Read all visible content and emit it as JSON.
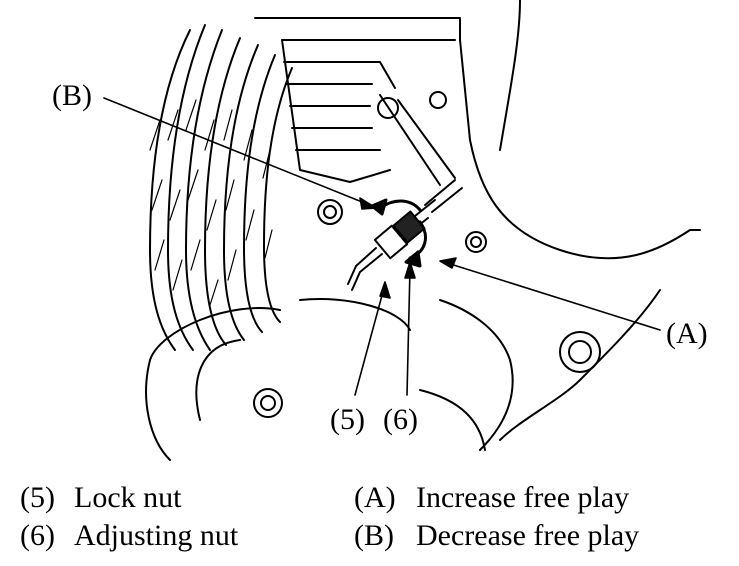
{
  "callouts": {
    "b": "(B)",
    "a": "(A)",
    "five": "(5)",
    "six": "(6)"
  },
  "legend": [
    {
      "key": "(5)",
      "text": "Lock nut"
    },
    {
      "key": "(6)",
      "text": "Adjusting nut"
    },
    {
      "key": "(A)",
      "text": "Increase free play"
    },
    {
      "key": "(B)",
      "text": "Decrease free play"
    }
  ]
}
